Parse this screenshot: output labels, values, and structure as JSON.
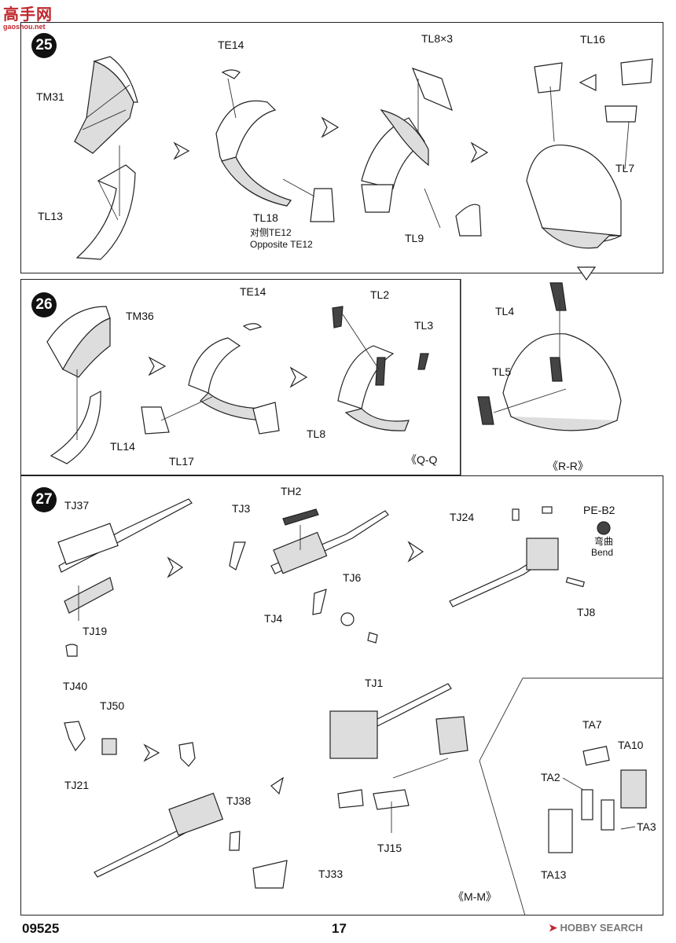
{
  "watermark_top": {
    "text": "高手网",
    "sub": "gaoshou.net"
  },
  "steps": {
    "s25": {
      "number": "25",
      "labels": {
        "tm31": "TM31",
        "tl13": "TL13",
        "te14": "TE14",
        "tl18": "TL18",
        "tl18_note_cn": "对侧TE12",
        "tl18_note_en": "Opposite TE12",
        "tl8x3": "TL8×3",
        "tl9": "TL9",
        "tl16": "TL16",
        "tl7": "TL7"
      }
    },
    "s26": {
      "number": "26",
      "labels": {
        "tm36": "TM36",
        "tl14": "TL14",
        "te14": "TE14",
        "tl17": "TL17",
        "tl8": "TL8",
        "tl2": "TL2",
        "tl3": "TL3",
        "tl4": "TL4",
        "tl5": "TL5"
      },
      "views": {
        "qq": "《Q-Q",
        "rr": "《R-R》"
      }
    },
    "s27": {
      "number": "27",
      "labels": {
        "tj37": "TJ37",
        "tj19": "TJ19",
        "tj40": "TJ40",
        "tj3": "TJ3",
        "th2": "TH2",
        "tj6": "TJ6",
        "tj4": "TJ4",
        "tj1": "TJ1",
        "tj24": "TJ24",
        "pe_b2": "PE-B2",
        "bend_cn": "弯曲",
        "bend_en": "Bend",
        "tj8": "TJ8",
        "tj50": "TJ50",
        "tj21": "TJ21",
        "tj38": "TJ38",
        "tj33": "TJ33",
        "tj15": "TJ15",
        "ta7": "TA7",
        "ta10": "TA10",
        "ta2": "TA2",
        "ta3": "TA3",
        "ta13": "TA13"
      },
      "views": {
        "mm": "《M-M》"
      }
    }
  },
  "footer": {
    "kit_number": "09525",
    "page_number": "17",
    "brand": "HOBBY SEARCH"
  }
}
